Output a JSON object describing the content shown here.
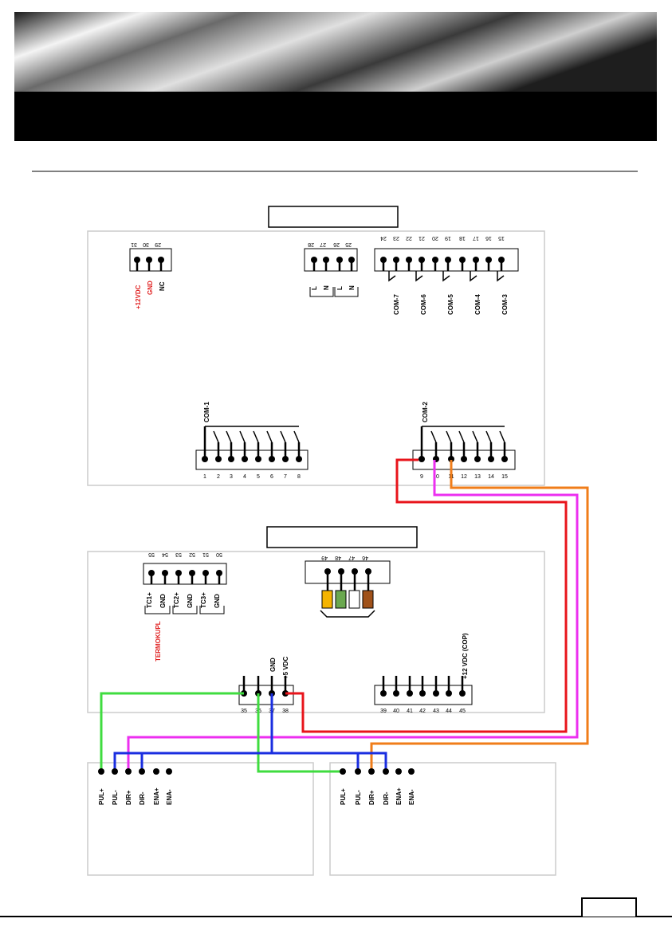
{
  "upper_board": {
    "power_pins": [
      "31",
      "30",
      "29"
    ],
    "power_labels": [
      "+12VDC",
      "GND",
      "NC"
    ],
    "ac_pins": [
      "28",
      "27",
      "26",
      "25"
    ],
    "ac_labels": [
      "L",
      "N",
      "L",
      "N"
    ],
    "relay_pins_top": [
      "24",
      "23",
      "22",
      "21",
      "20",
      "19",
      "18",
      "17",
      "16",
      "15"
    ],
    "com_top": [
      "COM-7",
      "COM-6",
      "COM-5",
      "COM-4",
      "COM-3"
    ],
    "com1_label": "COM-1",
    "com1_pins": [
      "1",
      "2",
      "3",
      "4",
      "5",
      "6",
      "7",
      "8"
    ],
    "com2_label": "COM-2",
    "com2_pins": [
      "9",
      "10",
      "11",
      "12",
      "13",
      "14",
      "15"
    ]
  },
  "lower_board": {
    "tc_pins": [
      "55",
      "54",
      "53",
      "52",
      "51",
      "50"
    ],
    "tc_labels": [
      "TC1+",
      "GND",
      "TC2+",
      "GND",
      "TC3+",
      "GND"
    ],
    "termokupl": "TERMOKUPL",
    "conn_pins": [
      "49",
      "48",
      "47",
      "46"
    ],
    "signal_pins": [
      "35",
      "36",
      "37",
      "38"
    ],
    "signal_labels": [
      "GND",
      "+5 VDC"
    ],
    "out_pins": [
      "39",
      "40",
      "41",
      "42",
      "43",
      "44",
      "45"
    ],
    "out_label": "+12 VDC (COP)"
  },
  "drivers": {
    "pins": [
      "PUL+",
      "PUL-",
      "DIR+",
      "DIR-",
      "ENA+",
      "ENA-"
    ]
  },
  "colors": {
    "red": "#e8141b",
    "orange": "#f07d1a",
    "magenta": "#ec2ff0",
    "green": "#3fdc3f",
    "blue": "#1a2ee0"
  }
}
